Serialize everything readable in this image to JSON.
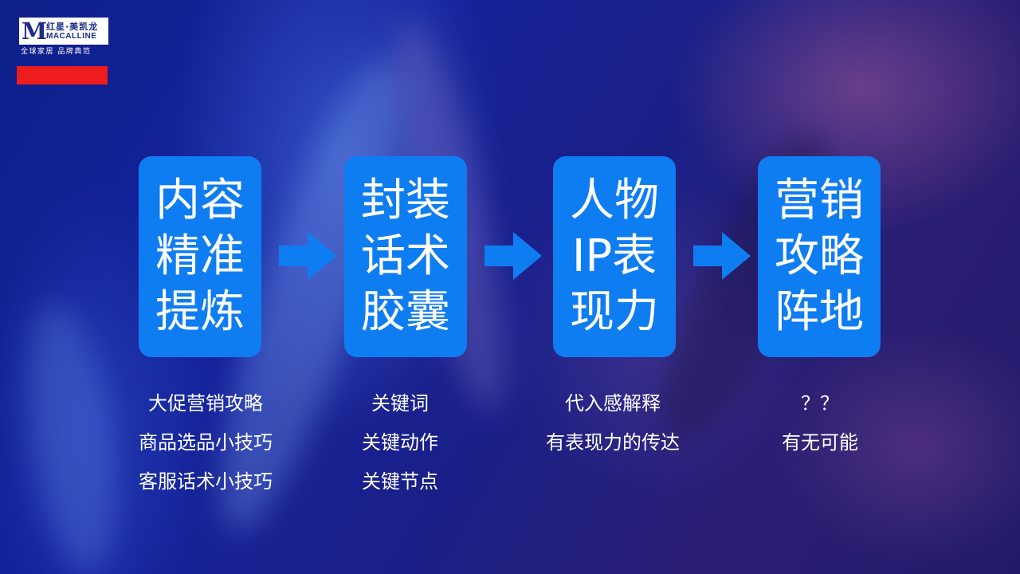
{
  "logo": {
    "mark": "M",
    "cn_name": "红星·美凯龙",
    "en_name": "MACALLINE",
    "slogan": "全球家居 品牌典范"
  },
  "colors": {
    "card": "#0f7df2",
    "accent_bar": "#ee1c1c",
    "text": "#ffffff"
  },
  "steps": [
    {
      "lines": [
        "内容",
        "精准",
        "提炼"
      ],
      "details": [
        "大促营销攻略",
        "商品选品小技巧",
        "客服话术小技巧"
      ]
    },
    {
      "lines": [
        "封装",
        "话术",
        "胶囊"
      ],
      "details": [
        "关键词",
        "关键动作",
        "关键节点"
      ]
    },
    {
      "lines": [
        "人物",
        "IP表",
        "现力"
      ],
      "details": [
        "代入感解释",
        "有表现力的传达"
      ]
    },
    {
      "lines": [
        "营销",
        "攻略",
        "阵地"
      ],
      "details": [
        "？？",
        "有无可能"
      ]
    }
  ],
  "arrow_icon": "right-arrow-icon"
}
